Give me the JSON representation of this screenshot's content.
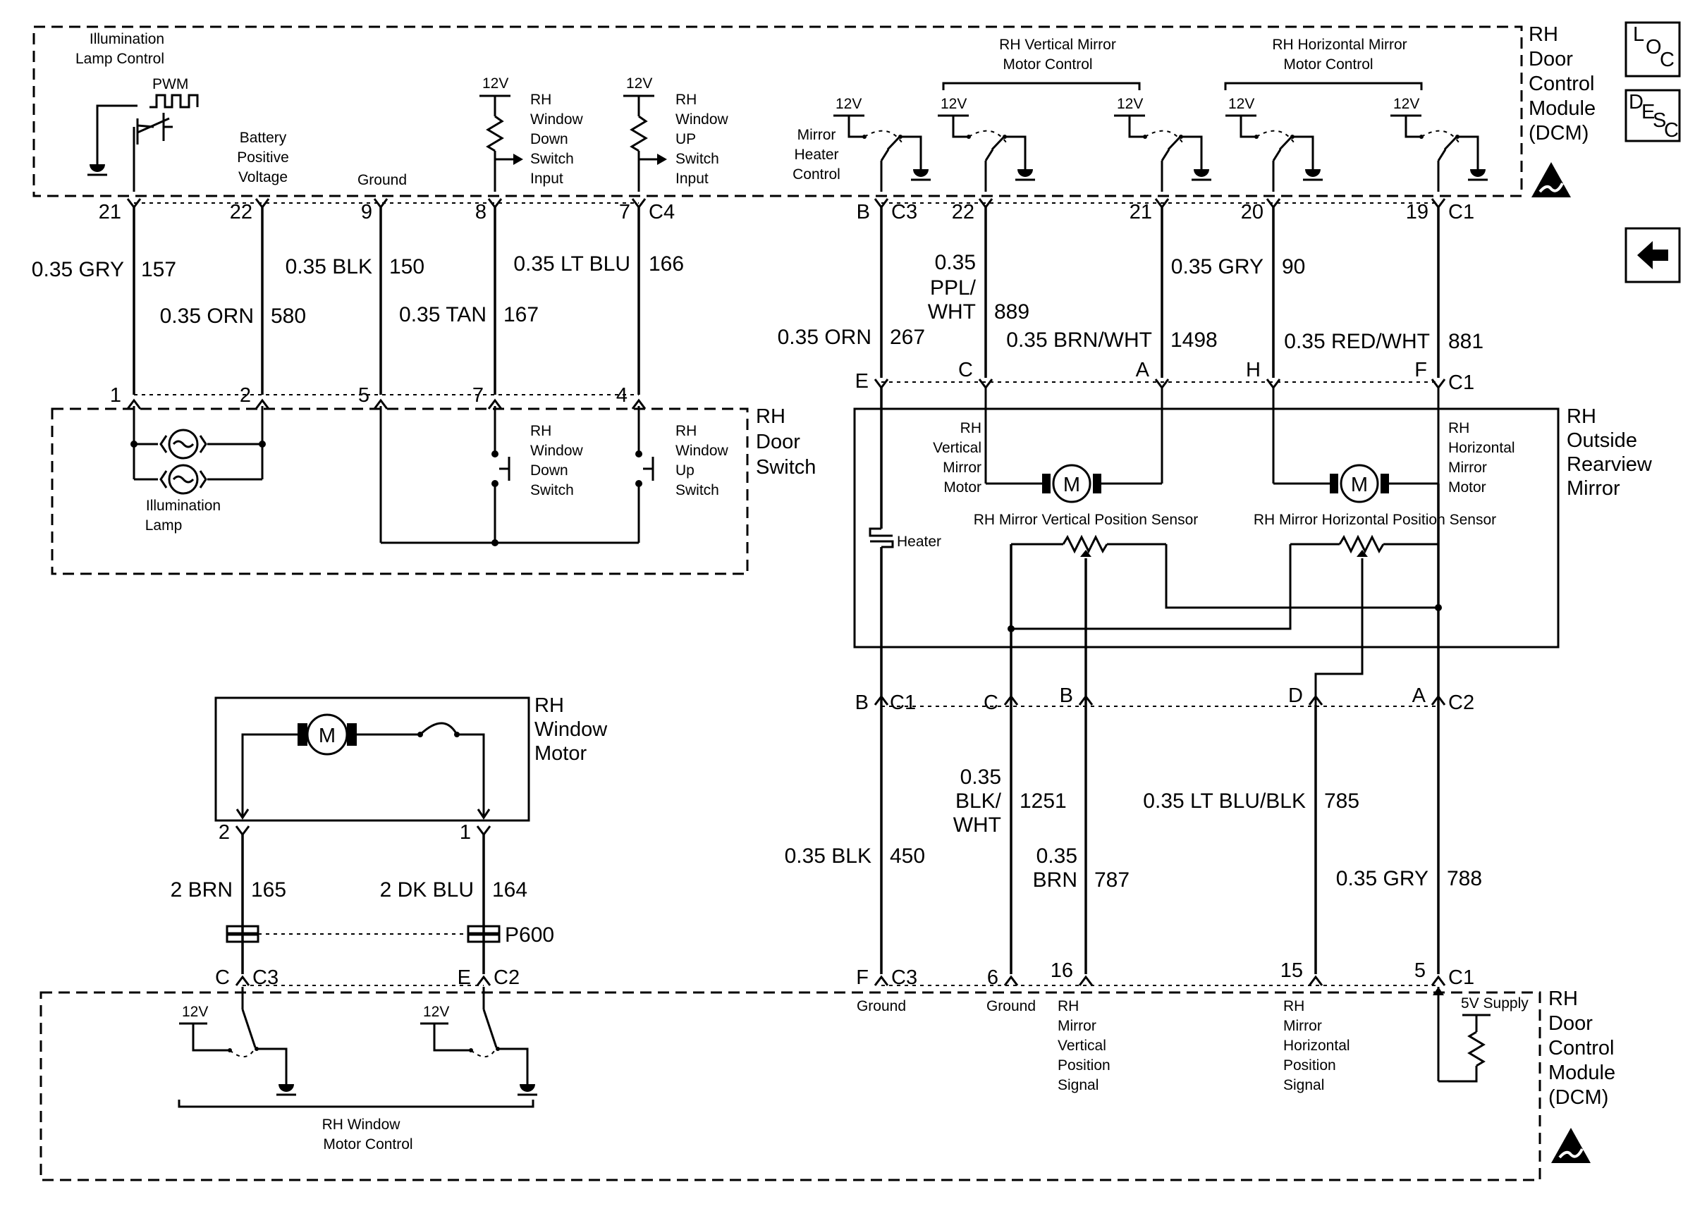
{
  "dcm_top": {
    "title_lines": [
      "RH",
      "Door",
      "Control",
      "Module",
      "(DCM)"
    ],
    "illumination_control": [
      "Illumination",
      "Lamp Control"
    ],
    "pwm": "PWM",
    "battery_voltage": [
      "Battery",
      "Positive",
      "Voltage"
    ],
    "ground": "Ground",
    "v12": "12V",
    "window_down_input": [
      "RH",
      "Window",
      "Down",
      "Switch",
      "Input"
    ],
    "window_up_input": [
      "RH",
      "Window",
      "UP",
      "Switch",
      "Input"
    ],
    "mirror_heater": [
      "Mirror",
      "Heater",
      "Control"
    ],
    "vertical_motor_control": [
      "RH Vertical Mirror",
      "Motor Control"
    ],
    "horizontal_motor_control": [
      "RH Horizontal Mirror",
      "Motor Control"
    ]
  },
  "top_pins": {
    "p21": "21",
    "p22": "22",
    "p9": "9",
    "p8": "8",
    "p7": "7",
    "c4": "C4",
    "b": "B",
    "c3": "C3",
    "q22": "22",
    "q21": "21",
    "q20": "20",
    "q19": "19",
    "c1": "C1"
  },
  "wires_left": {
    "w157_color": "0.35 GRY",
    "w157_num": "157",
    "w580_color": "0.35 ORN",
    "w580_num": "580",
    "w150_color": "0.35 BLK",
    "w150_num": "150",
    "w167_color": "0.35 TAN",
    "w167_num": "167",
    "w166_color": "0.35 LT BLU",
    "w166_num": "166"
  },
  "wires_right_top": {
    "w267_color": "0.35 ORN",
    "w267_num": "267",
    "w889_color": [
      "0.35",
      "PPL/",
      "WHT"
    ],
    "w889_num": "889",
    "w1498_color": "0.35 BRN/WHT",
    "w1498_num": "1498",
    "w90_color": "0.35 GRY",
    "w90_num": "90",
    "w881_color": "0.35 RED/WHT",
    "w881_num": "881"
  },
  "door_switch": {
    "title_lines": [
      "RH",
      "Door",
      "Switch"
    ],
    "pins": [
      "1",
      "2",
      "5",
      "7",
      "4"
    ],
    "lamp_label": [
      "Illumination",
      "Lamp"
    ],
    "down_switch": [
      "RH",
      "Window",
      "Down",
      "Switch"
    ],
    "up_switch": [
      "RH",
      "Window",
      "Up",
      "Switch"
    ]
  },
  "mirror": {
    "title_lines": [
      "RH",
      "Outside",
      "Rearview",
      "Mirror"
    ],
    "top_pins": [
      "E",
      "C",
      "A",
      "H",
      "F",
      "C1"
    ],
    "vertical_motor": [
      "RH",
      "Vertical",
      "Mirror",
      "Motor"
    ],
    "horizontal_motor": [
      "RH",
      "Horizontal",
      "Mirror",
      "Motor"
    ],
    "motor_letter": "M",
    "vertical_sensor": "RH Mirror Vertical Position Sensor",
    "horizontal_sensor": "RH Mirror Horizontal Position Sensor",
    "heater": "Heater",
    "bottom_pins": {
      "b": "B",
      "c1": "C1",
      "c": "C",
      "bb": "B",
      "d": "D",
      "a": "A",
      "c2": "C2"
    }
  },
  "wires_right_bottom": {
    "w450_color": "0.35 BLK",
    "w450_num": "450",
    "w1251_color": [
      "0.35",
      "BLK/",
      "WHT"
    ],
    "w1251_num": "1251",
    "w787_color": [
      "0.35",
      "BRN"
    ],
    "w787_num": "787",
    "w785_color": "0.35 LT BLU/BLK",
    "w785_num": "785",
    "w788_color": "0.35 GRY",
    "w788_num": "788"
  },
  "window_motor": {
    "title_lines": [
      "RH",
      "Window",
      "Motor"
    ],
    "motor_letter": "M",
    "pin2": "2",
    "pin1": "1",
    "w165_color": "2 BRN",
    "w165_num": "165",
    "w164_color": "2 DK BLU",
    "w164_num": "164",
    "p600": "P600"
  },
  "dcm_bottom": {
    "title_lines": [
      "RH",
      "Door",
      "Control",
      "Module",
      "(DCM)"
    ],
    "pins": {
      "c": "C",
      "c3": "C3",
      "e": "E",
      "c2": "C2",
      "f": "F",
      "c3b": "C3",
      "p6": "6",
      "p16": "16",
      "p15": "15",
      "p5": "5",
      "c1": "C1"
    },
    "v12": "12V",
    "window_motor_control": [
      "RH Window",
      "Motor Control"
    ],
    "ground": "Ground",
    "vertical_signal": [
      "RH",
      "Mirror",
      "Vertical",
      "Position",
      "Signal"
    ],
    "horizontal_signal": [
      "RH",
      "Mirror",
      "Horizontal",
      "Position",
      "Signal"
    ],
    "supply": "5V Supply"
  },
  "icons": {
    "loc": [
      "L",
      "O",
      "C"
    ],
    "desc": [
      "D",
      "E",
      "S",
      "C"
    ]
  }
}
